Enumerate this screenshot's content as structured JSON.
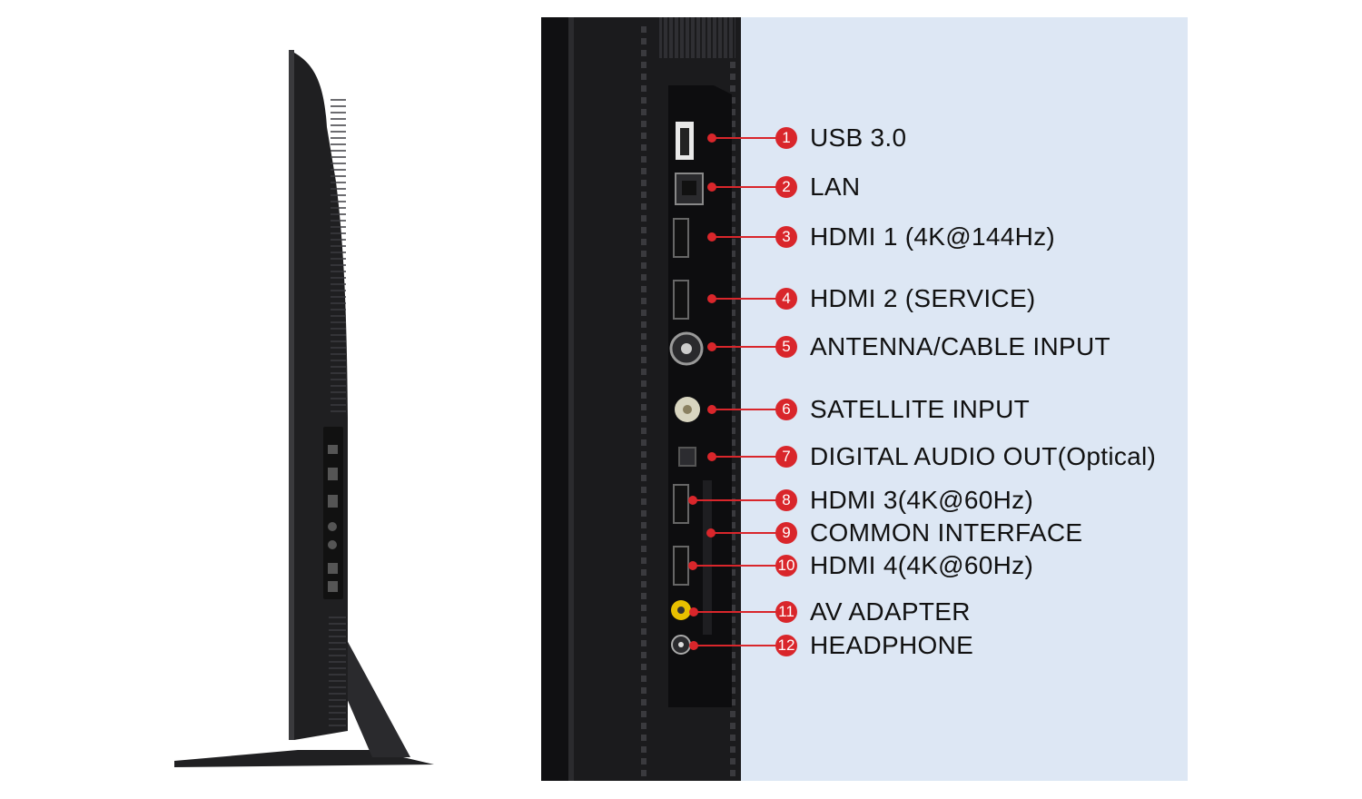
{
  "colors": {
    "accent": "#d9262b",
    "panel_bg": "#dde7f4",
    "tv_body": "#1c1c1e",
    "text": "#111111"
  },
  "ports": [
    {
      "number": "1",
      "label": "USB 3.0",
      "icon": "usb-port-icon"
    },
    {
      "number": "2",
      "label": "LAN",
      "icon": "lan-port-icon"
    },
    {
      "number": "3",
      "label": "HDMI 1 (4K@144Hz)",
      "icon": "hdmi-port-icon"
    },
    {
      "number": "4",
      "label": "HDMI 2 (SERVICE)",
      "icon": "hdmi-port-icon"
    },
    {
      "number": "5",
      "label": "ANTENNA/CABLE INPUT",
      "icon": "coax-port-icon"
    },
    {
      "number": "6",
      "label": "SATELLITE INPUT",
      "icon": "satellite-port-icon"
    },
    {
      "number": "7",
      "label": "DIGITAL AUDIO OUT(Optical)",
      "icon": "optical-port-icon"
    },
    {
      "number": "8",
      "label": "HDMI 3(4K@60Hz)",
      "icon": "hdmi-port-icon"
    },
    {
      "number": "9",
      "label": "COMMON INTERFACE",
      "icon": "ci-slot-icon"
    },
    {
      "number": "10",
      "label": "HDMI 4(4K@60Hz)",
      "icon": "hdmi-port-icon"
    },
    {
      "number": "11",
      "label": "AV ADAPTER",
      "icon": "av-jack-icon"
    },
    {
      "number": "12",
      "label": "HEADPHONE",
      "icon": "headphone-jack-icon"
    }
  ]
}
